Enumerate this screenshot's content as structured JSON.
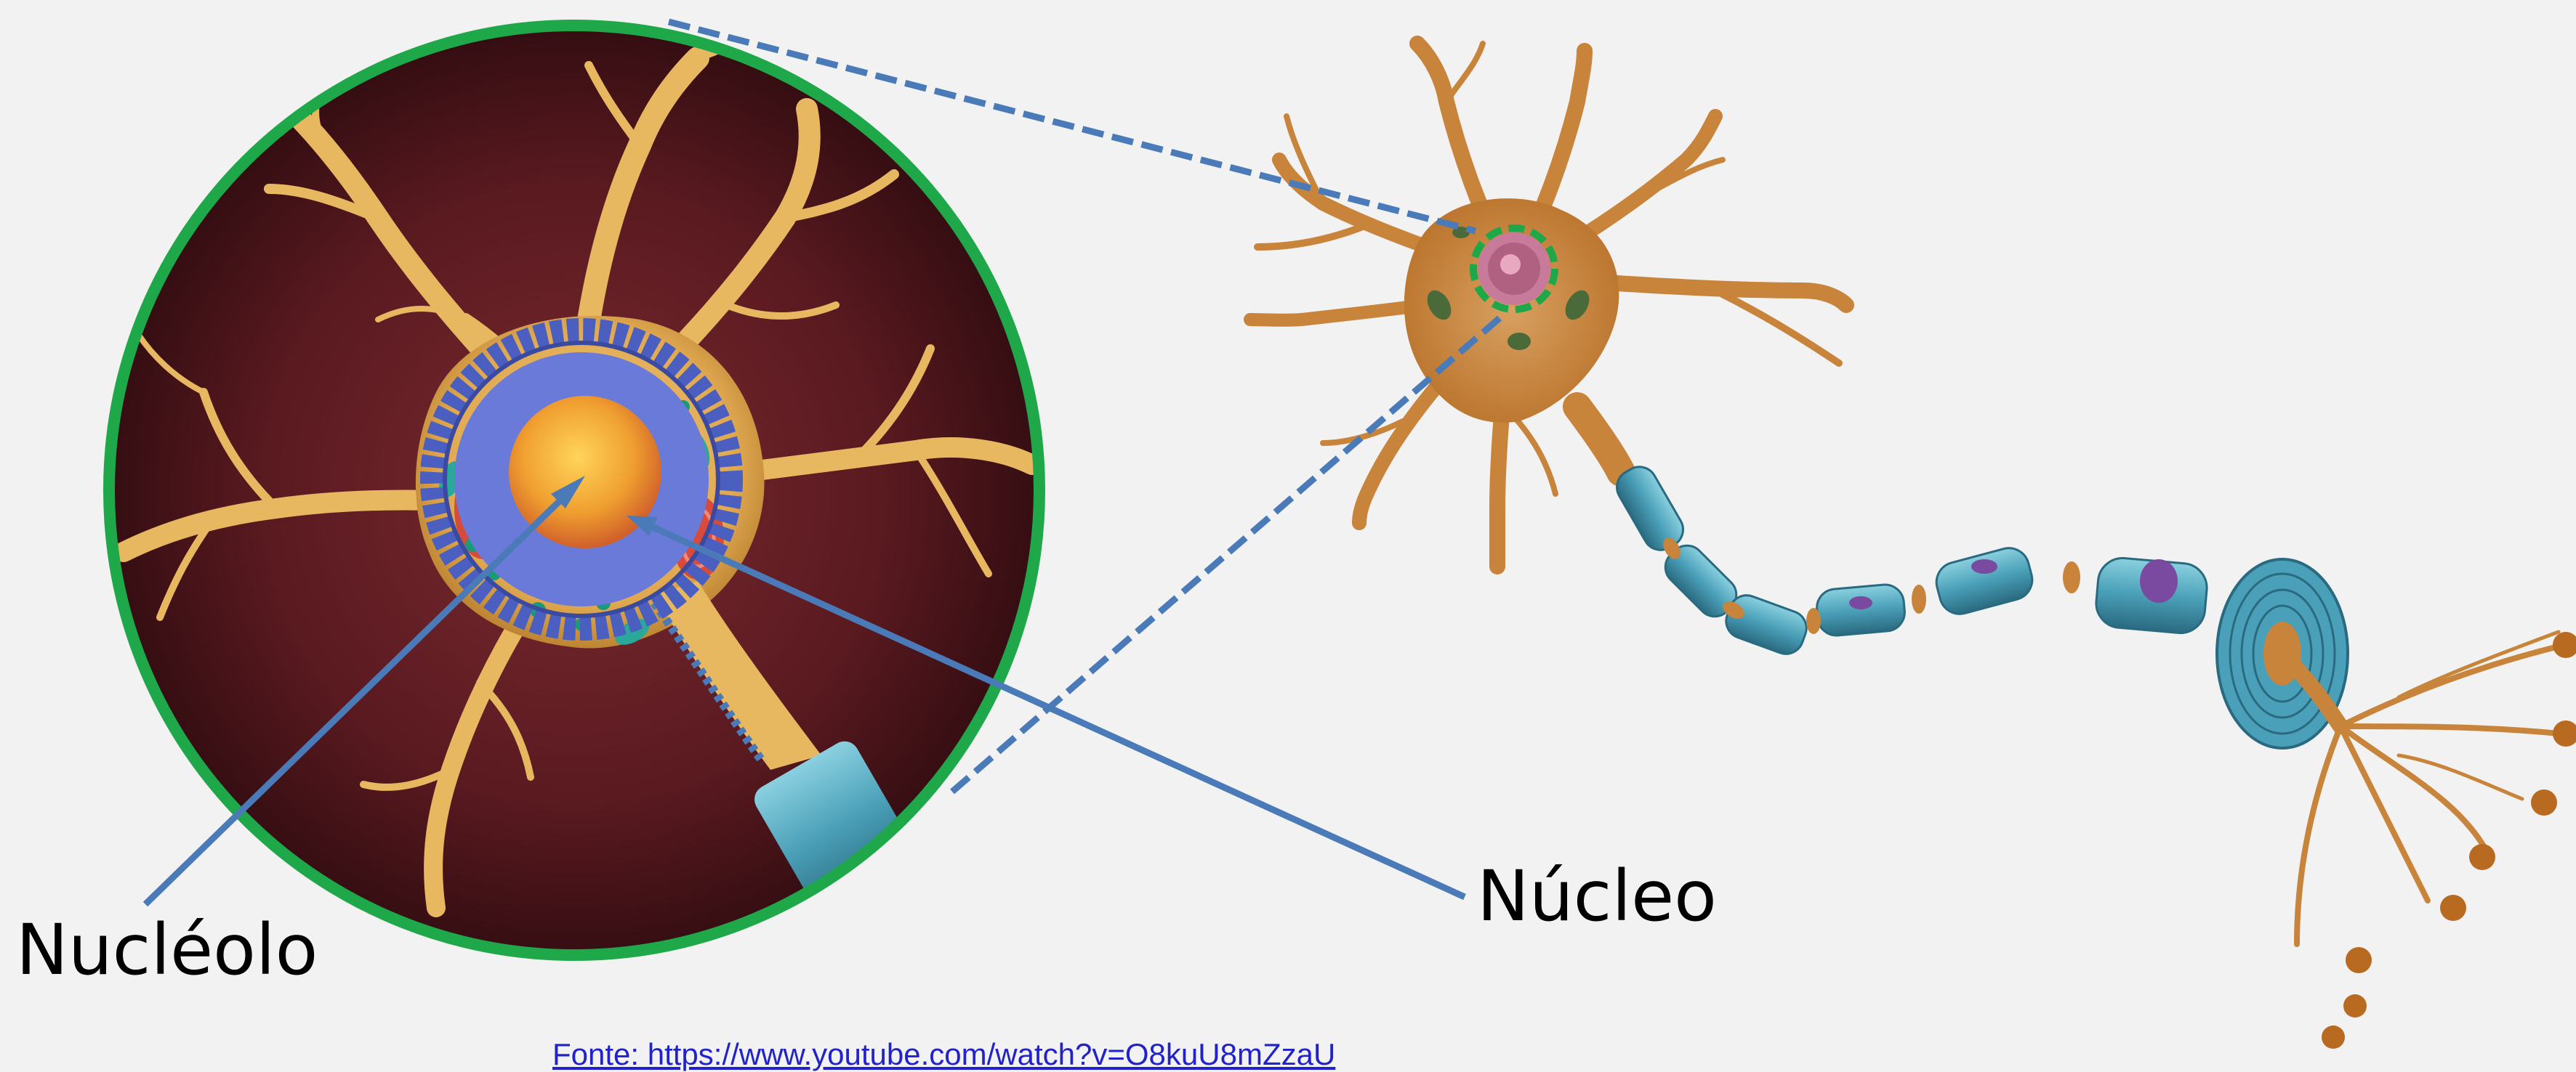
{
  "labels": {
    "nucleolus": "Nucléolo",
    "nucleus": "Núcleo"
  },
  "source": {
    "text": "Fonte: https://www.youtube.com/watch?v=O8kuU8mZzaU"
  },
  "colors": {
    "background": "#f2f2f2",
    "pointer_lines": "#4a7ab8",
    "zoom_circle_border": "#1fa84a",
    "cell_body": "#c8843a",
    "myelin": "#4aa0b8",
    "nucleus_outer": "#4a5fc0",
    "nucleus_inner": "#f0a030",
    "zoom_background": "#5a1a20",
    "link_text": "#2222cc"
  },
  "figure": {
    "left_panel": "magnified-cell-body-view",
    "right_panel": "full-neuron-with-axon"
  }
}
